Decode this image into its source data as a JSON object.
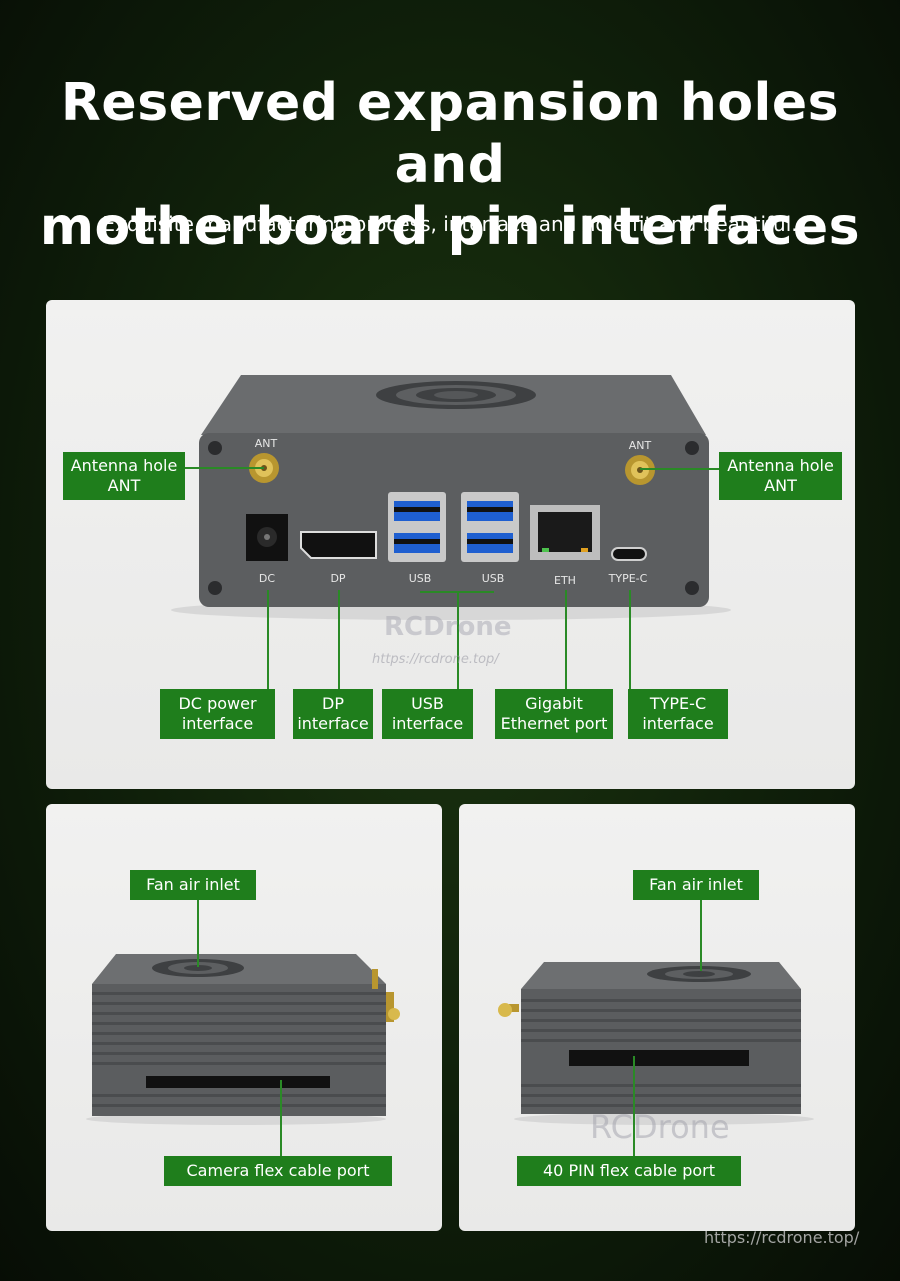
{
  "header": {
    "title": "Reserved expansion holes and\nmotherboard pin interfaces",
    "subtitle": "Exquisite manufacturing process, interface and hole fit and beautiful."
  },
  "top_panel": {
    "device_port_text": {
      "ant_left": "ANT",
      "ant_right": "ANT",
      "dc": "DC",
      "dp": "DP",
      "usb1": "USB",
      "usb2": "USB",
      "eth": "ETH",
      "typec": "TYPE-C"
    },
    "labels": {
      "antenna_left": "Antenna hole\nANT",
      "antenna_right": "Antenna hole\nANT",
      "dc": "DC power\ninterface",
      "dp": "DP\ninterface",
      "usb": "USB\ninterface",
      "eth": "Gigabit\nEthernet port",
      "typec": "TYPE-C\ninterface"
    }
  },
  "bottom_left_panel": {
    "top_label": "Fan air inlet",
    "bottom_label": "Camera flex cable port"
  },
  "bottom_right_panel": {
    "top_label": "Fan air inlet",
    "bottom_label": "40 PIN flex cable port"
  },
  "watermarks": {
    "brand": "RCDrone",
    "url_small": "https://rcdrone.top/",
    "brand_large": "RCDrone",
    "url_corner": "https://rcdrone.top/"
  },
  "colors": {
    "label_green": "#1f7e1c",
    "device_gray": "#5f6163",
    "background": "#0f1f0a"
  }
}
